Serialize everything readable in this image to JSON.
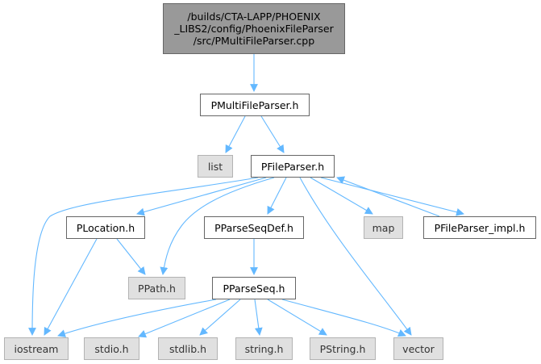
{
  "graph": {
    "edge_color": "#63b8ff",
    "nodes": {
      "root": "/builds/CTA-LAPP/PHOENIX\n_LIBS2/config/PhoenixFileParser\n/src/PMultiFileParser.cpp",
      "pmultifileparser_h": "PMultiFileParser.h",
      "list": "list",
      "pfileparser_h": "PFileParser.h",
      "plocation_h": "PLocation.h",
      "pparseseqdef_h": "PParseSeqDef.h",
      "map": "map",
      "pfileparser_impl_h": "PFileParser_impl.h",
      "ppath_h": "PPath.h",
      "pparseseq_h": "PParseSeq.h",
      "iostream": "iostream",
      "stdio_h": "stdio.h",
      "stdlib_h": "stdlib.h",
      "string_h": "string.h",
      "pstring_h": "PString.h",
      "vector": "vector"
    }
  }
}
